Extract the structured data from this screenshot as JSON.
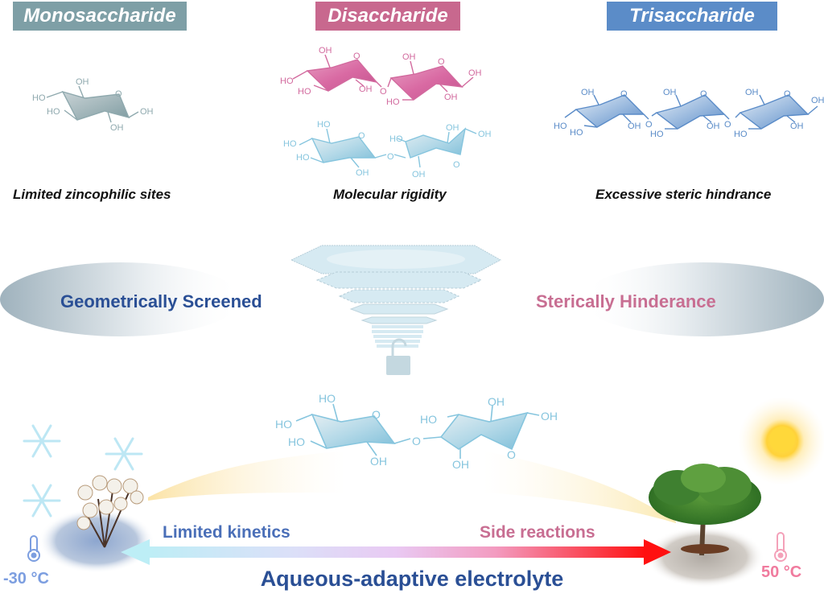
{
  "headers": [
    {
      "label": "Monosaccharide",
      "color": "#7e9fa6"
    },
    {
      "label": "Disaccharide",
      "color": "#c8688e"
    },
    {
      "label": "Trisaccharide",
      "color": "#5b8cc8"
    }
  ],
  "captions": {
    "mono": "Limited zincophilic sites",
    "di": "Molecular rigidity",
    "tri": "Excessive steric hindrance"
  },
  "molecule_labels": {
    "oh": "OH",
    "ho": "HO",
    "o": "O"
  },
  "middle": {
    "left_label": "Geometrically Screened",
    "right_label": "Sterically Hinderance",
    "left_color": "#2a4f95",
    "right_color": "#c86e92"
  },
  "bottom": {
    "limited_kinetics": "Limited kinetics",
    "side_reactions": "Side reactions",
    "title": "Aqueous-adaptive electrolyte",
    "cold_temp": "-30 °C",
    "hot_temp": "50 °C",
    "cold_color": "#7c9ee0",
    "hot_color": "#f07b9e"
  },
  "icons": [
    "snowflake-icon",
    "cotton-plant-icon",
    "tree-icon",
    "sun-icon",
    "thermometer-icon",
    "funnel-icon",
    "padlock-icon"
  ]
}
